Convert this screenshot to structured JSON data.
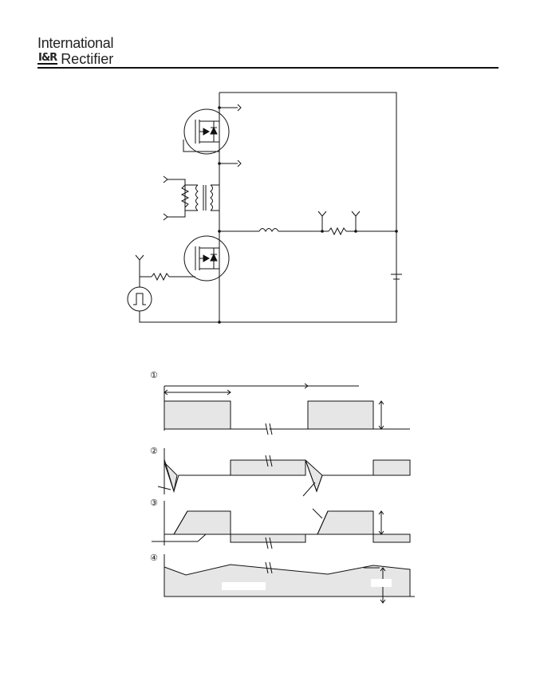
{
  "header": {
    "company_line1": "International",
    "logo_text": "I&R",
    "company_line2": "Rectifier"
  },
  "waveforms": {
    "panel_numbers": [
      "①",
      "②",
      "③",
      "④"
    ]
  },
  "colors": {
    "ink": "#111111",
    "fill_gray": "#e6e6e6"
  }
}
